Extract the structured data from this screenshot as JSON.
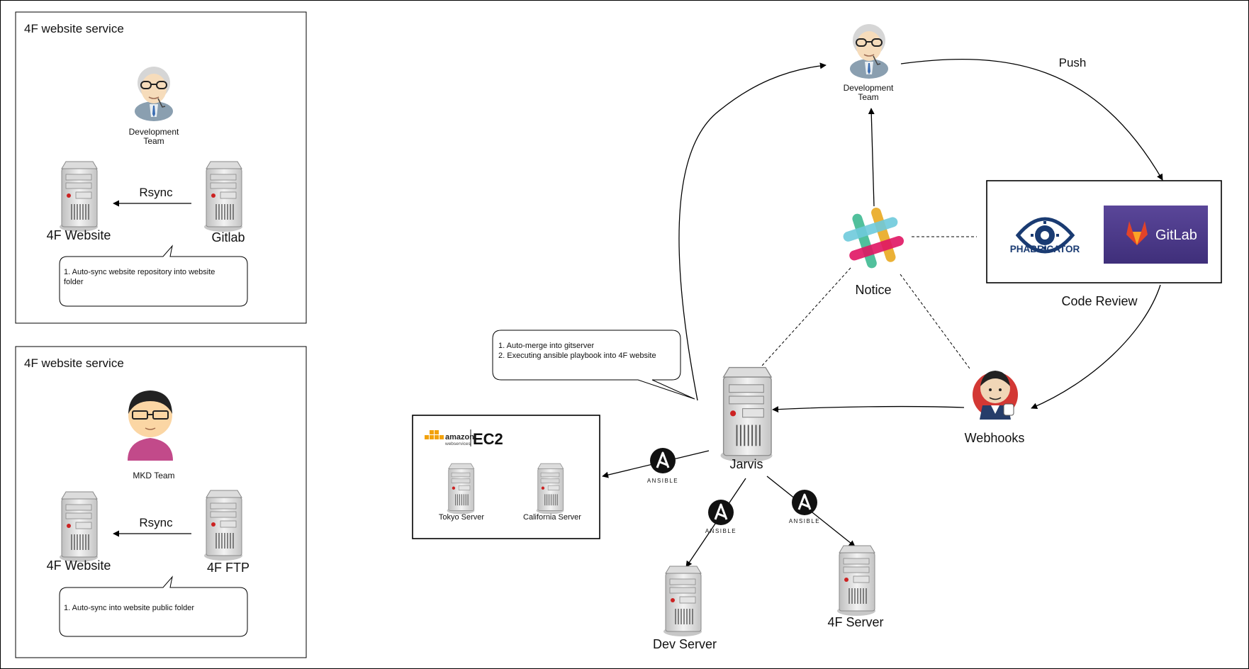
{
  "panels": [
    {
      "title": "4F website service",
      "team_label": [
        "Development",
        "Team"
      ],
      "source_label": "Gitlab",
      "target_label": "4F Website",
      "arrow_label": "Rsync",
      "note": [
        "1. Auto-sync website repository into website",
        "folder"
      ]
    },
    {
      "title": "4F website service",
      "team_label": [
        "MKD Team"
      ],
      "source_label": "4F FTP",
      "target_label": "4F Website",
      "arrow_label": "Rsync",
      "note": [
        "1. Auto-sync into website public folder"
      ]
    }
  ],
  "main": {
    "dev_team_label": [
      "Development",
      "Team"
    ],
    "push_label": "Push",
    "code_review_label": "Code Review",
    "notice_label": "Notice",
    "webhooks_label": "Webhooks",
    "jarvis_label": "Jarvis",
    "jarvis_note": [
      "1. Auto-merge into gitserver",
      "2. Executing ansible playbook into 4F website"
    ],
    "ec2": {
      "brand_small": [
        "amazon",
        "webservices"
      ],
      "brand_big": "EC2",
      "servers": [
        "Tokyo Server",
        "California Server"
      ]
    },
    "dev_server_label": "Dev Server",
    "f4_server_label": "4F Server",
    "ansible_label": "ANSIBLE",
    "ansible_glyph": "A",
    "phabricator_label": "PHABRICATOR",
    "gitlab_label": "GitLab"
  },
  "colors": {
    "gitlab_bg": "#4b3a8c",
    "phabricator_blue": "#1a3b72",
    "slack_green": "#3eb991",
    "slack_blue": "#6ecadc",
    "slack_yellow": "#e9a820",
    "slack_pink": "#e01563",
    "jenkins_red": "#d33834"
  }
}
